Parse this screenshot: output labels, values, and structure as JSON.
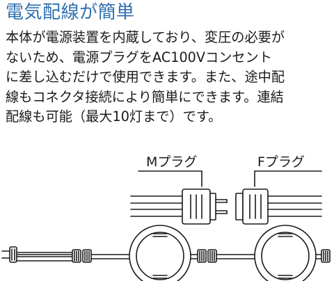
{
  "heading": "電気配線が簡単",
  "body_lines": [
    "本体が電源装置を内蔵しており、変圧の必要が",
    "ないため、電源プラグをAC100Vコンセント",
    "に差し込むだけで使用できます。また、途中配",
    "線もコネクタ接続により簡単にできます。連結",
    "配線も可能（最大10灯まで）です。"
  ],
  "diagram": {
    "male_plug_label": "Mプラグ",
    "female_plug_label": "Fプラグ"
  }
}
